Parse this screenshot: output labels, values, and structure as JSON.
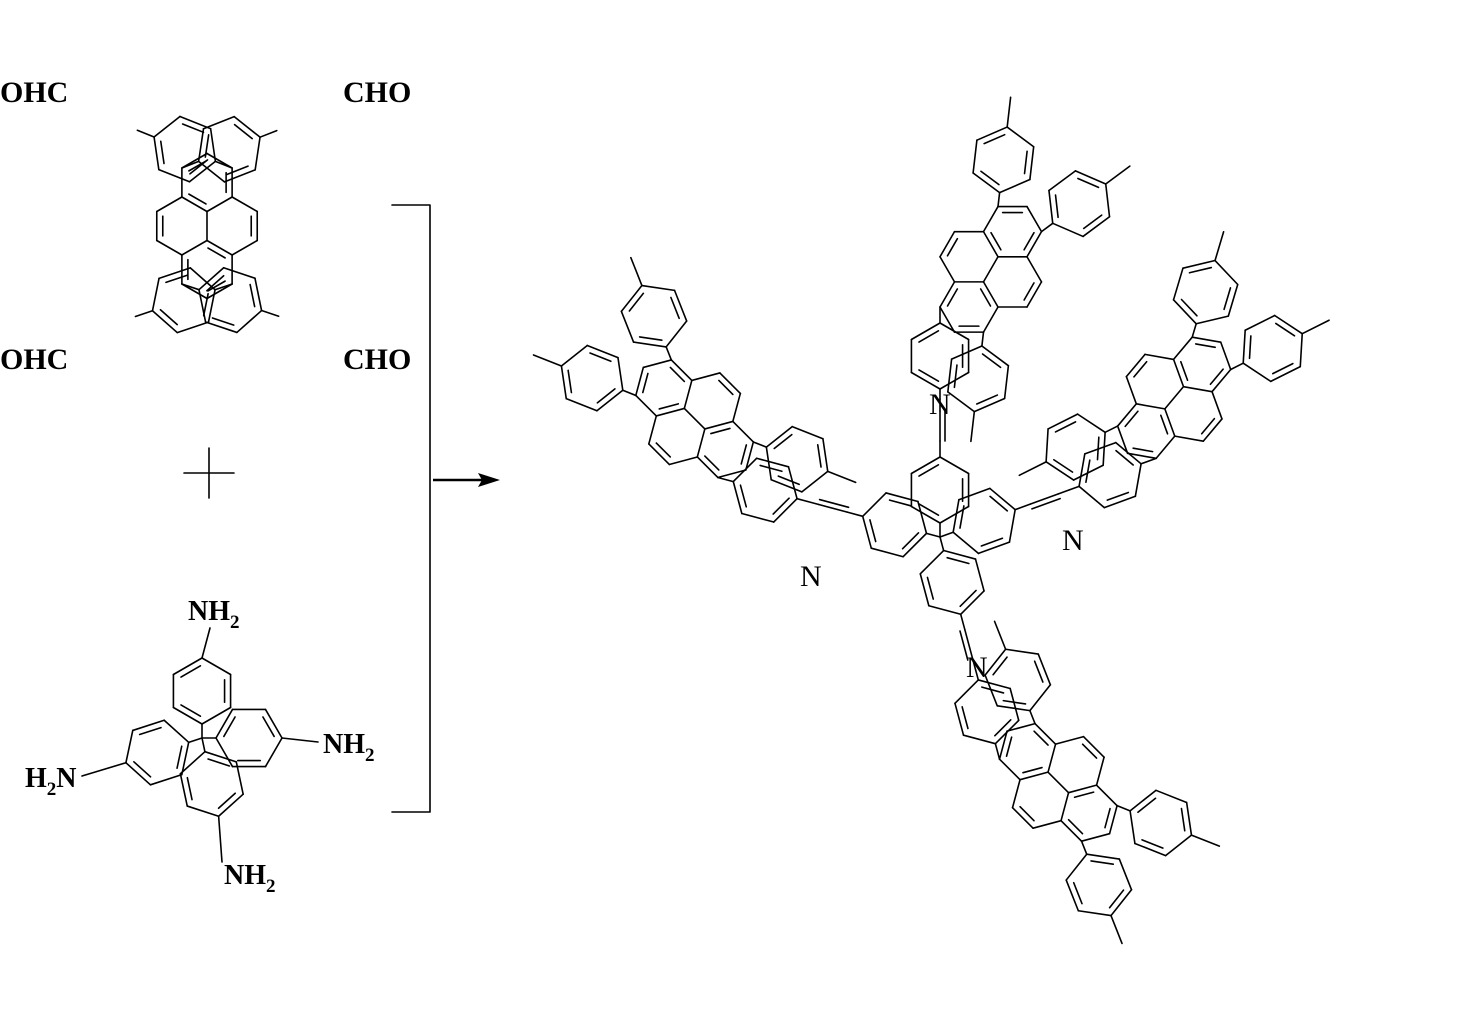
{
  "reactant_aldehyde": {
    "label_tl": "OHC",
    "label_tr": "CHO",
    "label_bl": "OHC",
    "label_br": "CHO"
  },
  "plus_sign": "+",
  "reactant_amine": {
    "label_top": "NH",
    "label_top_sub": "2",
    "label_right": "NH",
    "label_right_sub": "2",
    "label_left_a": "H",
    "label_left_sub": "2",
    "label_left_b": "N",
    "label_bottom": "NH",
    "label_bottom_sub": "2"
  },
  "product": {
    "imine_label": "N"
  }
}
